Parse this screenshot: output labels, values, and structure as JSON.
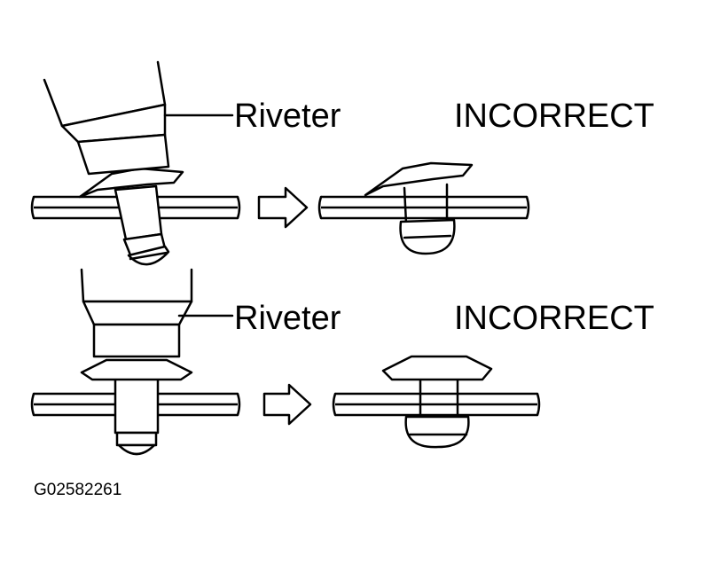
{
  "row1": {
    "tool_label": "Riveter",
    "result_label": "INCORRECT"
  },
  "row2": {
    "tool_label": "Riveter",
    "result_label": "INCORRECT"
  },
  "figure_code": "G02582261",
  "colors": {
    "line": "#000000",
    "background": "#ffffff"
  },
  "icons": [
    "arrow-right-icon"
  ]
}
